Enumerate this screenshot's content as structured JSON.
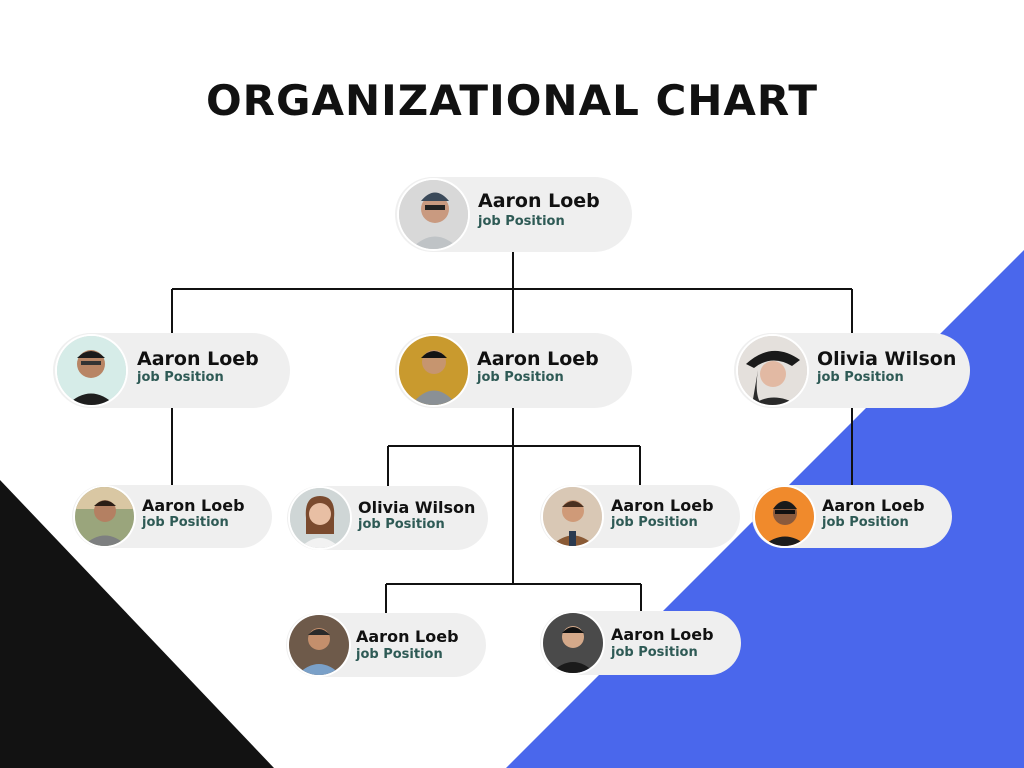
{
  "title": "ORGANIZATIONAL CHART",
  "colors": {
    "accent_blue": "#4a67ec",
    "corner_black": "#121212",
    "card_bg": "#efefef",
    "position_text": "#2e5a55"
  },
  "nodes": [
    {
      "name": "Aaron Loeb",
      "position": "job Position",
      "photo": "bearded-man-beanie"
    },
    {
      "name": "Aaron Loeb",
      "position": "job Position",
      "photo": "man-glasses-light-bg"
    },
    {
      "name": "Aaron Loeb",
      "position": "job Position",
      "photo": "young-man-yellow-bg"
    },
    {
      "name": "Olivia Wilson",
      "position": "job Position",
      "photo": "woman-black-hat"
    },
    {
      "name": "Aaron Loeb",
      "position": "job Position",
      "photo": "smiling-man-outdoors"
    },
    {
      "name": "Olivia Wilson",
      "position": "job Position",
      "photo": "smiling-woman"
    },
    {
      "name": "Aaron Loeb",
      "position": "job Position",
      "photo": "man-brown-jacket"
    },
    {
      "name": "Aaron Loeb",
      "position": "job Position",
      "photo": "man-orange-bg"
    },
    {
      "name": "Aaron Loeb",
      "position": "job Position",
      "photo": "man-crossed-arms"
    },
    {
      "name": "Aaron Loeb",
      "position": "job Position",
      "photo": "man-dark-jacket"
    }
  ]
}
